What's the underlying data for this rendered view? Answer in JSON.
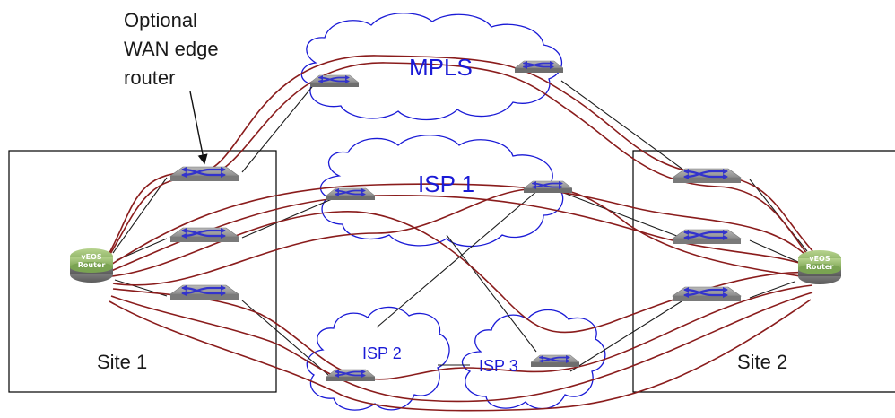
{
  "annotation": {
    "lines": [
      "Optional",
      "WAN edge",
      "router"
    ]
  },
  "sites": [
    {
      "name": "Site 1"
    },
    {
      "name": "Site 2"
    }
  ],
  "clouds": [
    {
      "name": "MPLS"
    },
    {
      "name": "ISP 1"
    },
    {
      "name": "ISP 2"
    },
    {
      "name": "ISP 3"
    }
  ],
  "routers": [
    {
      "label_line1": "vEOS",
      "label_line2": "Router"
    },
    {
      "label_line1": "vEOS",
      "label_line2": "Router"
    }
  ],
  "colors": {
    "cloud_outline": "#1a1ad6",
    "cloud_label": "#1a1ad6",
    "overlay_path": "#8a1c1c",
    "underlay_link": "#1c1c1c",
    "router_green": "#8fb56a"
  }
}
